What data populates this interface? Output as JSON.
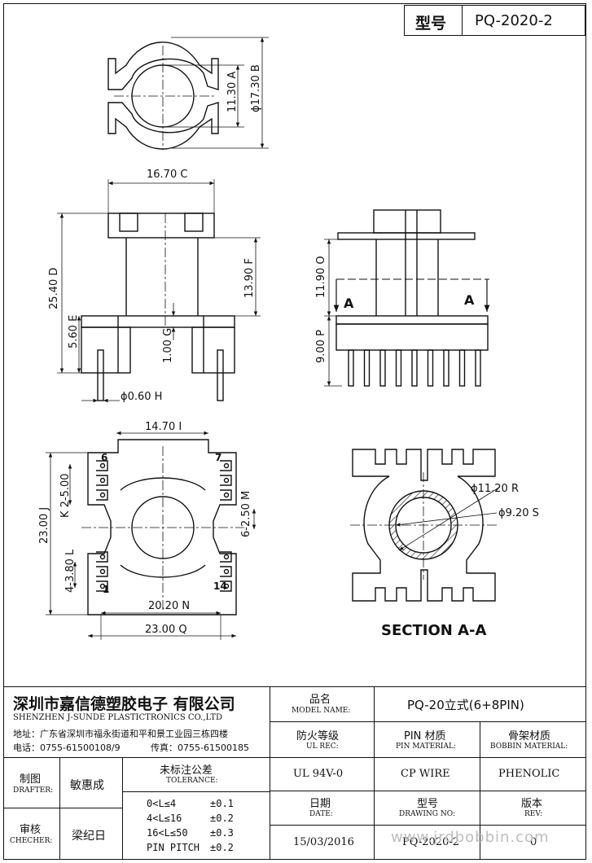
{
  "header": {
    "model_label": "型号",
    "model_value": "PQ-2020-2"
  },
  "dims": {
    "a": "11.30",
    "a_circle": "A",
    "b": "ϕ17.30",
    "b_circle": "B",
    "c": "16.70",
    "c_circle": "C",
    "d": "25.40",
    "d_circle": "D",
    "e": "5.60",
    "e_circle": "E",
    "f": "13.90",
    "f_circle": "F",
    "g": "1.00",
    "g_circle": "G",
    "h": "ϕ0.60",
    "h_circle": "H",
    "i": "14.70",
    "i_circle": "I",
    "j": "23.00",
    "j_circle": "J",
    "k": "2-5.00",
    "k_circle": "K",
    "l": "4-3.80",
    "l_circle": "L",
    "m": "6-2.50",
    "m_circle": "M",
    "n": "20.20",
    "n_circle": "N",
    "o": "11.90",
    "o_circle": "O",
    "p": "9.00",
    "p_circle": "P",
    "q": "23.00",
    "q_circle": "Q",
    "r": "ϕ11.20",
    "r_circle": "R",
    "s": "ϕ9.20",
    "s_circle": "S",
    "pin1": "1",
    "pin6": "6",
    "pin7": "7",
    "pin14": "14",
    "section_mark": "A",
    "section_title": "SECTION A-A"
  },
  "company": {
    "name_cn": "深圳市嘉信德塑胶电子 有限公司",
    "name_en": "SHENZHEN J-SUNDE PLASTICTRONICS CO.,LTD",
    "address": "地址：广东省深圳市福永街道和平和景工业园三栋四楼",
    "phone": "电话：0755-61500108/9",
    "fax": "传真：0755-61500185"
  },
  "table": {
    "model_name_cn": "品名",
    "model_name_en": "MODEL NAME:",
    "model_name_value": "PQ-20立式(6+8PIN)",
    "ul_cn": "防火等级",
    "ul_en": "UL REC:",
    "pin_cn": "PIN 材质",
    "pin_en": "PIN MATERIAL:",
    "bobbin_cn": "骨架材质",
    "bobbin_en": "BOBBIN MATERIAL:",
    "ul_value": "UL 94V-0",
    "pin_value": "CP WIRE",
    "bobbin_value": "PHENOLIC",
    "date_cn": "日期",
    "date_en": "DATE:",
    "drawing_cn": "型号",
    "drawing_en": "DRAWING NO:",
    "rev_cn": "版本",
    "rev_en": "REV:",
    "date_value": "15/03/2016",
    "drawing_value": "PQ-2020-2",
    "rev_value": "0",
    "drafter_cn": "制图",
    "drafter_en": "DRAFTER:",
    "drafter_name": "敏惠成",
    "checker_cn": "审核",
    "checker_en": "CHECHER:",
    "checker_name": "梁纪日",
    "tol_cn": "未标注公差",
    "tol_en": "TOLERANCE:",
    "tol_rows": [
      {
        "range": "0<L≤4",
        "value": "±0.1"
      },
      {
        "range": "4<L≤16",
        "value": "±0.2"
      },
      {
        "range": "16<L≤50",
        "value": "±0.3"
      },
      {
        "range": "PIN PITCH",
        "value": "±0.2"
      }
    ]
  },
  "watermark": "www.jrdbobbin.com"
}
